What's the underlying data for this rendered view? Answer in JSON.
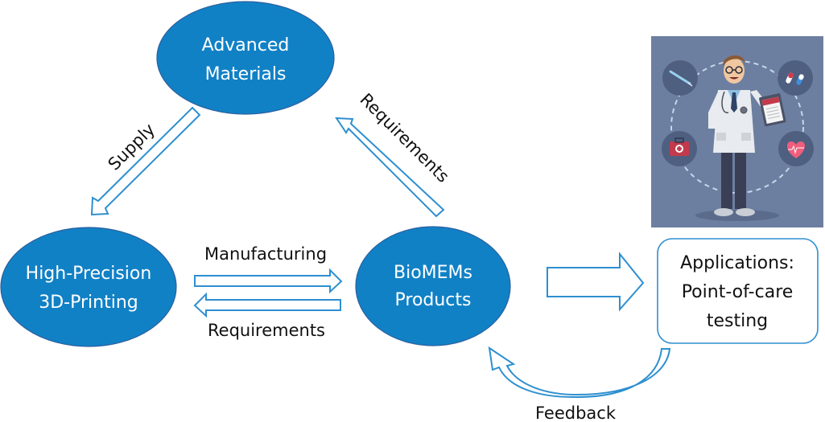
{
  "diagram": {
    "nodes": {
      "advanced_materials": {
        "line1": "Advanced",
        "line2": "Materials"
      },
      "printing": {
        "line1": "High-Precision",
        "line2": "3D-Printing"
      },
      "biomems": {
        "line1": "BioMEMs",
        "line2": "Products"
      },
      "applications": {
        "line1": "Applications:",
        "line2": "Point-of-care",
        "line3": "testing"
      }
    },
    "edges": {
      "supply": "Supply",
      "requirements_up": "Requirements",
      "manufacturing": "Manufacturing",
      "requirements_back": "Requirements",
      "feedback": "Feedback"
    },
    "illustration": {
      "subject": "doctor-with-clipboard",
      "icons": [
        "syringe-icon",
        "pills-icon",
        "first-aid-kit-icon",
        "heart-rate-icon"
      ]
    },
    "colors": {
      "node_fill": "#1181c6",
      "arrow_stroke": "#2e8fd0",
      "illustration_bg": "#6d7fa0"
    }
  }
}
